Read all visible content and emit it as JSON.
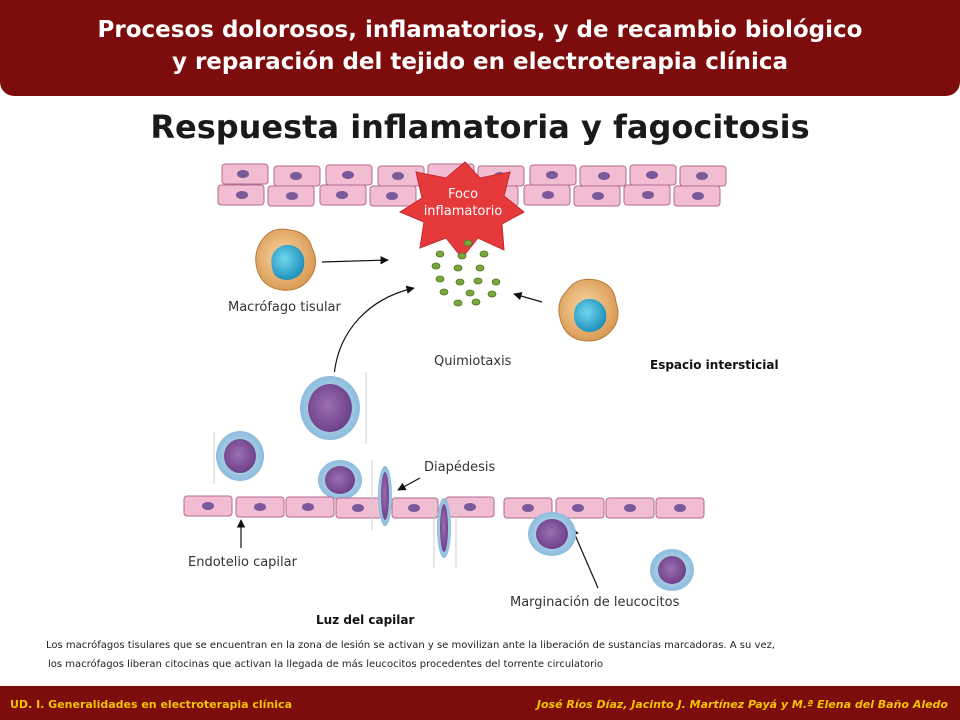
{
  "header": {
    "line1": "Procesos dolorosos, inflamatorios, y de recambio biológico",
    "line2": "y reparación del tejido en electroterapia clínica"
  },
  "title": "Respuesta inflamatoria y fagocitosis",
  "diagram": {
    "foco_line1": "Foco",
    "foco_line2": "inflamatorio",
    "macrofago": "Macrófago tisular",
    "quimiotaxis": "Quimiotaxis",
    "espacio": "Espacio intersticial",
    "diapedesis": "Diapédesis",
    "endotelio": "Endotelio capilar",
    "marginacion": "Marginación de leucocitos",
    "luz": "Luz del capilar"
  },
  "caption": {
    "line1": "Los macrófagos tisulares que se encuentran en la zona de lesión se activan y se movilizan ante la liberación de sustancias marcadoras. A su vez,",
    "line2": "los macrófagos liberan citocinas que activan la llegada de más leucocitos procedentes del torrente circulatorio"
  },
  "footer": {
    "left": "UD. I. Generalidades en electroterapia clínica",
    "right": "José Ríos Díaz, Jacinto J. Martínez Payá y M.ª Elena del Baño Aledo"
  },
  "colors": {
    "brand": "#7d0c0c",
    "footer_text": "#f3c300",
    "foco": "#e5393c",
    "endothelial_cell": "#f2bdd2",
    "particles": "#7aa63a"
  }
}
